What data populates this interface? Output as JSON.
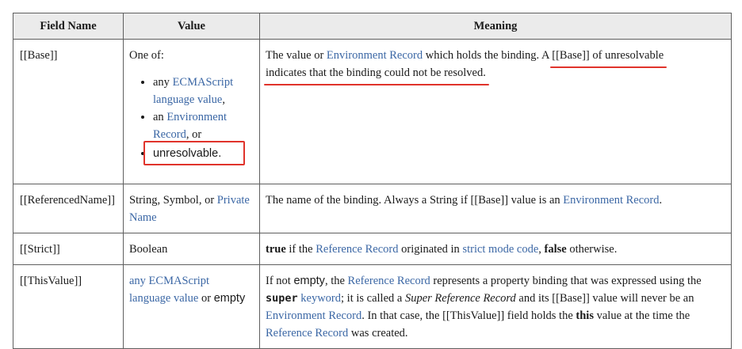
{
  "headers": {
    "field": "Field Name",
    "value": "Value",
    "meaning": "Meaning"
  },
  "rows": {
    "base": {
      "field": "[[Base]]",
      "value_intro": "One of:",
      "bullet1_pre": "any ",
      "bullet1_link": "ECMAScript language value",
      "bullet1_post": ",",
      "bullet2_pre": "an ",
      "bullet2_link": "Environment Record",
      "bullet2_post": ", or",
      "bullet3": "unresolvable.",
      "meaning_1": "The value or ",
      "meaning_link": "Environment Record",
      "meaning_2": " which holds the binding. A ",
      "meaning_underlined_a": "[[Base]] of unresolvable",
      "meaning_underlined_b": "indicates that the binding could not be resolved."
    },
    "referenced_name": {
      "field": "[[ReferencedName]]",
      "value_pre": "String, Symbol, or ",
      "value_link": "Private Name",
      "meaning_1": "The name of the binding. Always a String if [[Base]] value is an ",
      "meaning_link": "Environment Record",
      "meaning_2": "."
    },
    "strict": {
      "field": "[[Strict]]",
      "value": "Boolean",
      "meaning_true": "true",
      "meaning_1": " if the ",
      "meaning_link1": "Reference Record",
      "meaning_2": " originated in ",
      "meaning_link2": "strict mode code",
      "meaning_3": ", ",
      "meaning_false": "false",
      "meaning_4": " otherwise."
    },
    "this_value": {
      "field": "[[ThisValue]]",
      "value_link": "any ECMAScript language value",
      "value_or": " or ",
      "value_empty": "empty",
      "meaning_1": "If not ",
      "meaning_empty": "empty",
      "meaning_2": ", the ",
      "meaning_link1": "Reference Record",
      "meaning_3": " represents a property binding that was expressed using the ",
      "meaning_super": "super",
      "meaning_4": " ",
      "meaning_link2": "keyword",
      "meaning_5": "; it is called a ",
      "meaning_italic": "Super Reference Record",
      "meaning_6": " and its [[Base]] value will never be an ",
      "meaning_link3": "Environment Record",
      "meaning_7": ". In that case, the [[ThisValue]] field holds the ",
      "meaning_this": "this",
      "meaning_8": " value at the time the ",
      "meaning_link4": "Reference Record",
      "meaning_9": " was created."
    }
  },
  "colors": {
    "link": "#3b67a5",
    "annotation": "#e0332b",
    "header_bg": "#ebebeb",
    "border": "#5f5f5f"
  }
}
